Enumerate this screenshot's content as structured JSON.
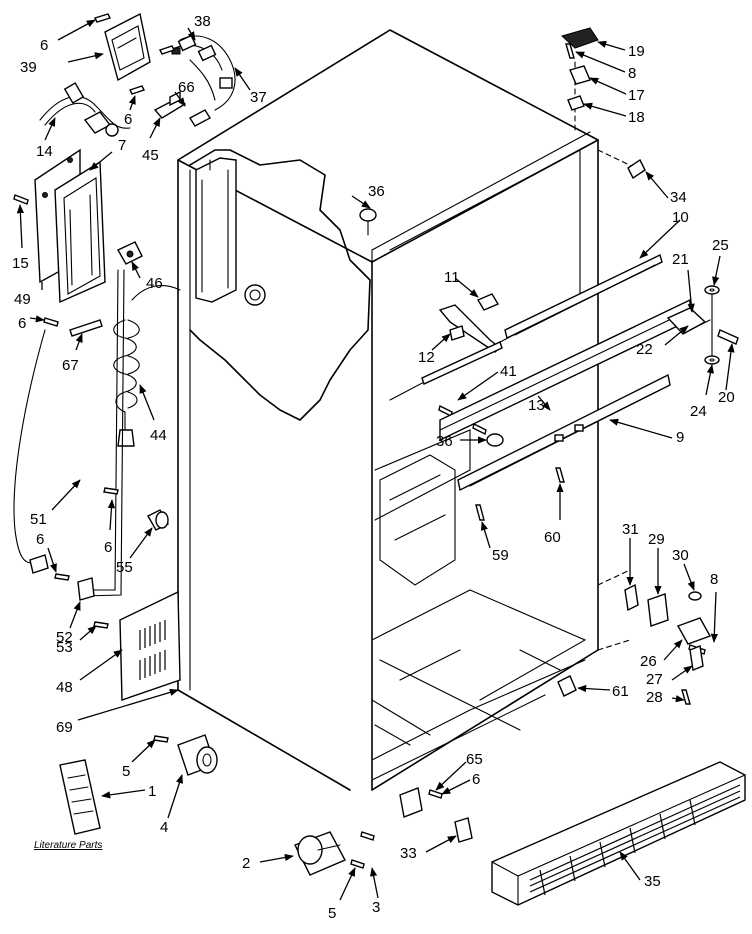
{
  "labels": {
    "n1": "1",
    "n2": "2",
    "n3": "3",
    "n4": "4",
    "n5a": "5",
    "n5b": "5",
    "n6a": "6",
    "n6b": "6",
    "n6c": "6",
    "n6d": "6",
    "n6e": "6",
    "n6f": "6",
    "n7": "7",
    "n8a": "8",
    "n8b": "8",
    "n9": "9",
    "n10": "10",
    "n11": "11",
    "n12": "12",
    "n13": "13",
    "n14": "14",
    "n15": "15",
    "n17": "17",
    "n18": "18",
    "n19": "19",
    "n20": "20",
    "n21": "21",
    "n22": "22",
    "n24": "24",
    "n25": "25",
    "n26": "26",
    "n27": "27",
    "n28": "28",
    "n29": "29",
    "n30": "30",
    "n31": "31",
    "n33": "33",
    "n34": "34",
    "n35": "35",
    "n36a": "36",
    "n36b": "36",
    "n37": "37",
    "n38": "38",
    "n39": "39",
    "n41": "41",
    "n44": "44",
    "n45": "45",
    "n46": "46",
    "n48": "48",
    "n49": "49",
    "n51": "51",
    "n52": "52",
    "n53": "53",
    "n55": "55",
    "n59": "59",
    "n60": "60",
    "n61": "61",
    "n65": "65",
    "n66": "66",
    "n67": "67",
    "n69": "69"
  },
  "literature": "Literature Parts"
}
